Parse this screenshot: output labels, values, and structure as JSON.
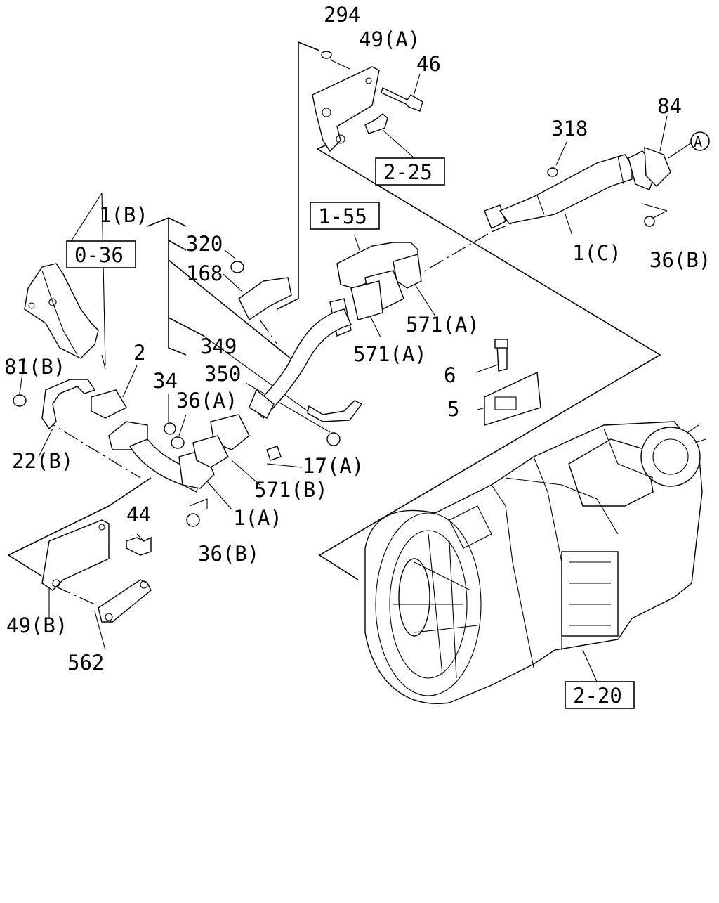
{
  "labels": {
    "l294": "294",
    "l49A": "49(A)",
    "l46": "46",
    "l84": "84",
    "l318": "318",
    "lA": "A",
    "l1B": "1(B)",
    "l320": "320",
    "l168": "168",
    "l036": "0-36",
    "l155": "1-55",
    "l225": "2-25",
    "l1C": "1(C)",
    "l36B_top": "36(B)",
    "l571A_1": "571(A)",
    "l571A_2": "571(A)",
    "l349": "349",
    "l350": "350",
    "l81B": "81(B)",
    "l2": "2",
    "l34": "34",
    "l36A": "36(A)",
    "l6": "6",
    "l5": "5",
    "l22B": "22(B)",
    "l17A": "17(A)",
    "l571B": "571(B)",
    "l1A": "1(A)",
    "l44": "44",
    "l36B_bot": "36(B)",
    "l49B": "49(B)",
    "l562": "562",
    "l220": "2-20"
  }
}
